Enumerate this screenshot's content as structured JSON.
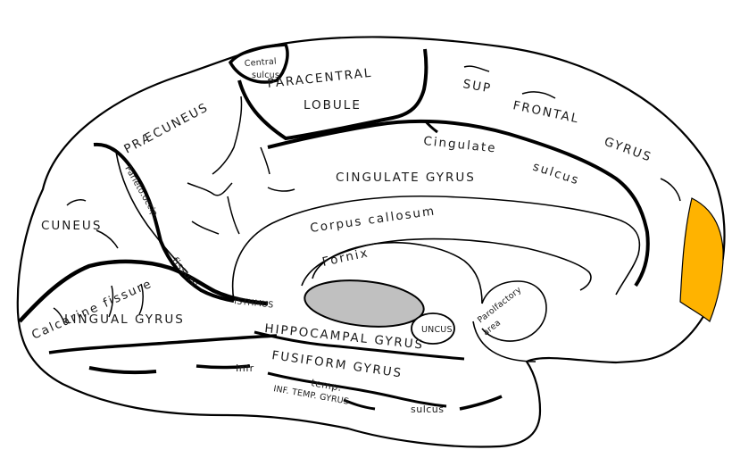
{
  "labels": {
    "central_sulcus_1": "Central",
    "central_sulcus_2": "sulcus",
    "paracentral_1": "PARACENTRAL",
    "paracentral_2": "LOBULE",
    "sup_frontal_1": "SUP",
    "sup_frontal_2": "FRONTAL",
    "sup_frontal_3": "GYRUS",
    "praecuneus": "PRÆCUNEUS",
    "parieto_occip": "Parieto.occip.",
    "fissure_1": "fissure",
    "cingulate_sulcus_1": "Cingulate",
    "cingulate_sulcus_2": "sulcus",
    "cingulate_gyrus": "CINGULATE GYRUS",
    "cuneus": "CUNEUS",
    "corpus_callosum": "Corpus callosum",
    "fornix": "Fornix",
    "calcarine": "Calcarine fissure",
    "isthmus": "ISTHMUS",
    "parolfactory_1": "Parolfactory",
    "parolfactory_2": "area",
    "uncus": "UNCUS",
    "lingual": "LINGUAL GYRUS",
    "hippocampal": "HIPPOCAMPAL GYRUS",
    "fusiform": "FUSIFORM GYRUS",
    "infr_temp_1": "Infr",
    "infr_temp_2": "temp.",
    "inf_temp_gyrus": "INF. TEMP. GYRUS",
    "sulcus_bottom": "sulcus"
  },
  "colors": {
    "highlight": "#ffb300",
    "thalamus": "#c0c0c0",
    "outline": "#000000",
    "background": "#ffffff"
  }
}
